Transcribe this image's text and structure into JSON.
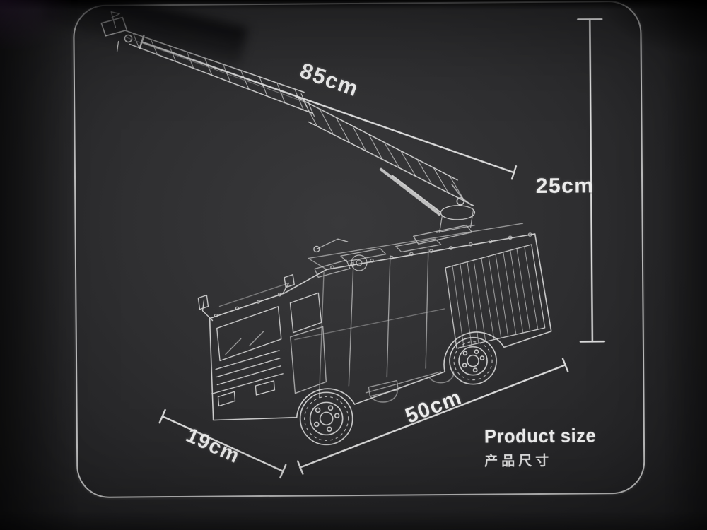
{
  "diagram": {
    "ladder_length_label": "85cm",
    "height_label": "25cm",
    "length_label": "50cm",
    "width_label": "19cm",
    "caption_title": "Product size",
    "caption_subtitle": "产品尺寸"
  },
  "colors": {
    "line_art": "#d6d6d6",
    "dimension_lines": "#e3e3e3",
    "dimension_text": "#ededed",
    "panel_background": "#2c2c2e",
    "frame_border": "#e8e8e8"
  }
}
